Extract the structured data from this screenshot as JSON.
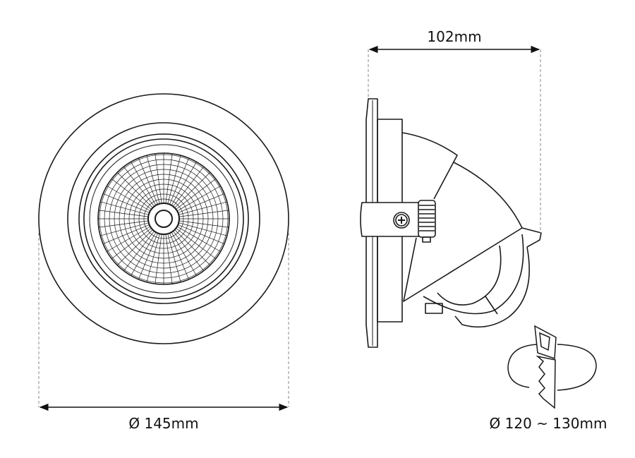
{
  "diagram": {
    "front_view": {
      "diameter_label": "Ø 145mm"
    },
    "side_view": {
      "depth_label": "102mm"
    },
    "cutout": {
      "icon": "saw-cutout-icon",
      "diameter_label": "Ø 120 ~ 130mm"
    },
    "line_color": "#1a1a1a"
  }
}
